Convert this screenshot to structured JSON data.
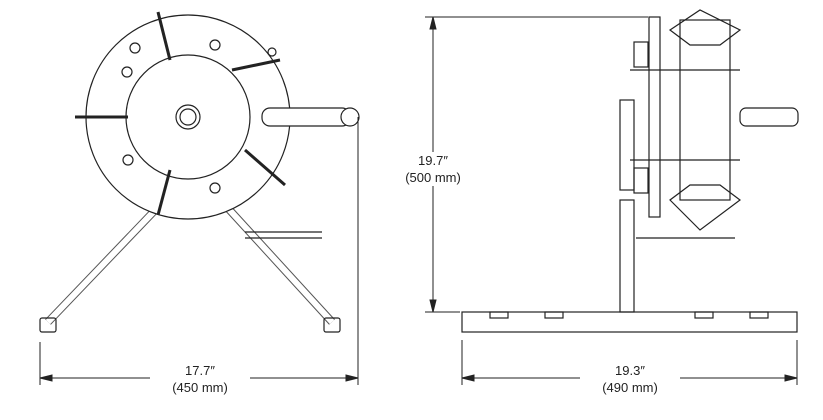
{
  "dimensions": {
    "height": {
      "imperial": "19.7″",
      "metric": "(500 mm)"
    },
    "front_width": {
      "imperial": "17.7″",
      "metric": "(450 mm)"
    },
    "side_width": {
      "imperial": "19.3″",
      "metric": "(490 mm)"
    }
  }
}
